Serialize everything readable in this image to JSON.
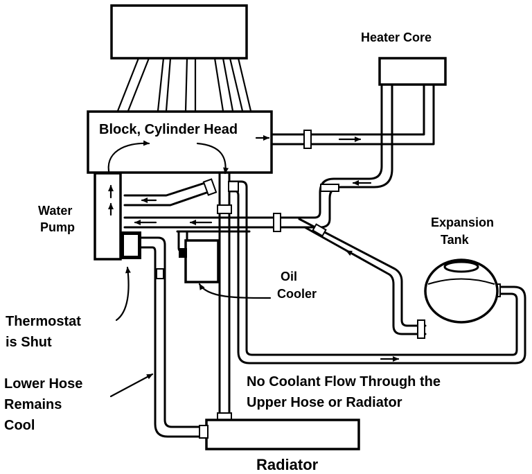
{
  "labels": {
    "heater_core": "Heater Core",
    "block_head": "Block, Cylinder Head",
    "water_pump_l1": "Water",
    "water_pump_l2": "Pump",
    "expansion_l1": "Expansion",
    "expansion_l2": "Tank",
    "oil_cooler_l1": "Oil",
    "oil_cooler_l2": "Cooler",
    "thermostat_l1": "Thermostat",
    "thermostat_l2": "is Shut",
    "lower_hose_l1": "Lower Hose",
    "lower_hose_l2": "Remains",
    "lower_hose_l3": "Cool",
    "no_flow_l1": "No Coolant Flow Through the",
    "no_flow_l2": "Upper Hose or Radiator",
    "radiator": "Radiator"
  },
  "colors": {
    "ink": "#000000",
    "paper": "#ffffff"
  }
}
